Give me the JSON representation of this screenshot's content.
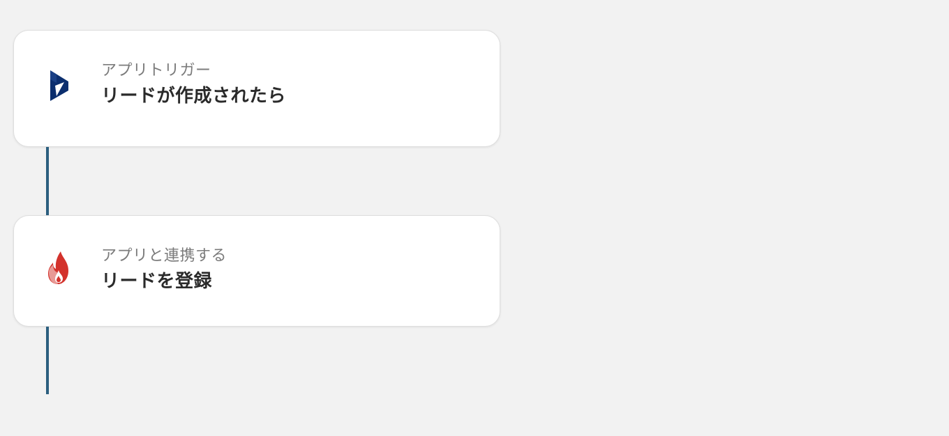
{
  "steps": [
    {
      "subtitle": "アプリトリガー",
      "title": "リードが作成されたら",
      "icon": "dynamics-365-icon",
      "icon_color": "#0b2e6e"
    },
    {
      "subtitle": "アプリと連携する",
      "title": "リードを登録",
      "icon": "flame-icon",
      "icon_color": "#d3322c"
    }
  ],
  "connector_color": "#2c5f7f",
  "background": "#f2f2f2"
}
